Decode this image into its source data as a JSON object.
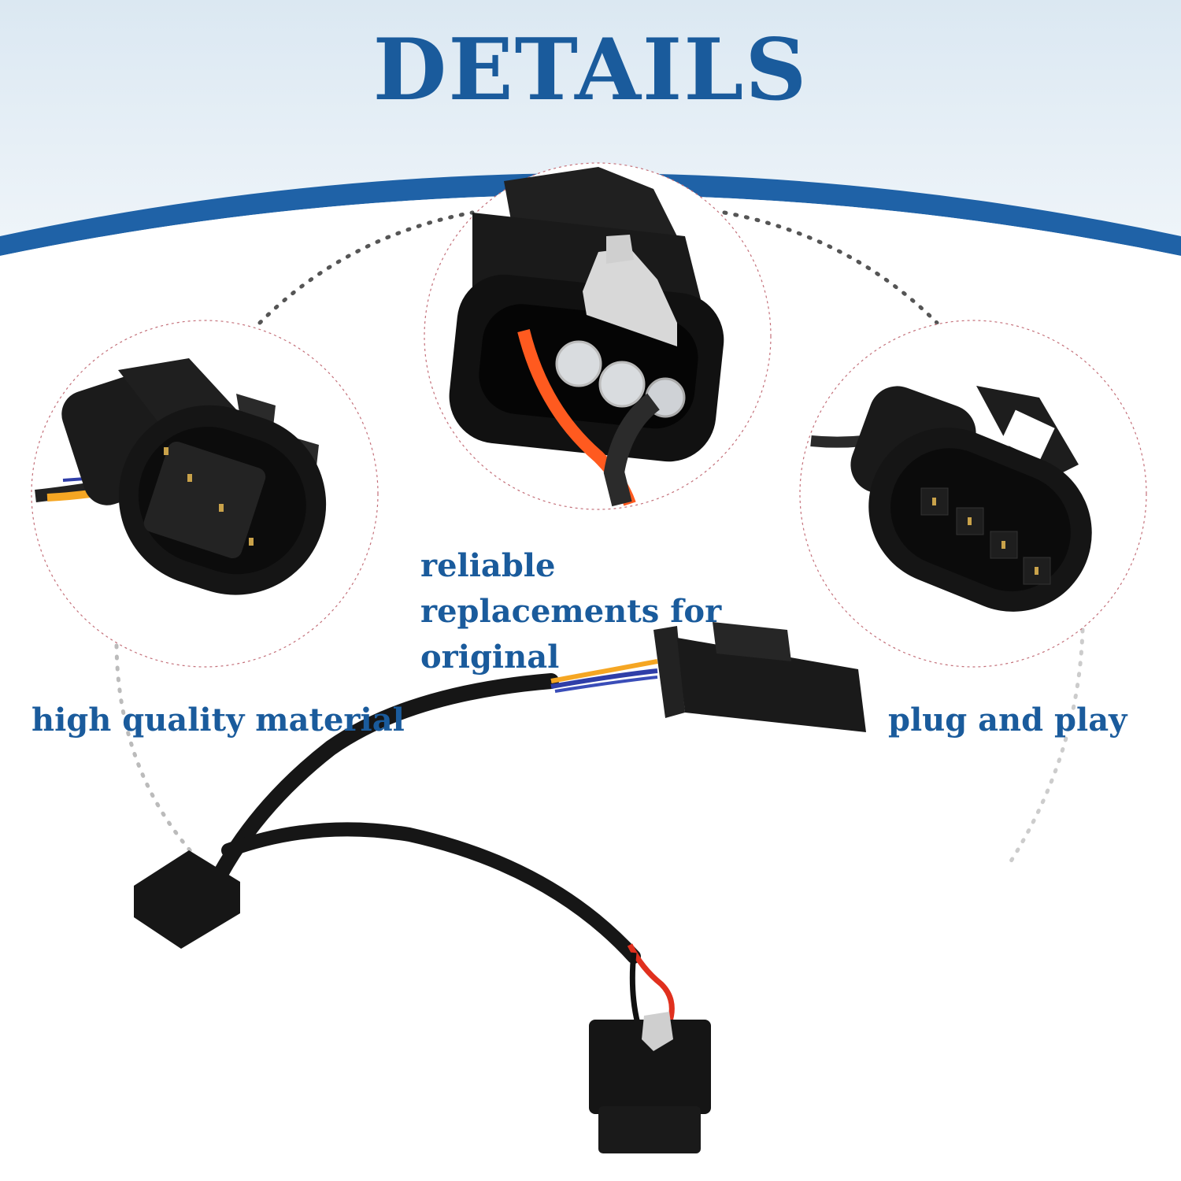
{
  "header": {
    "title": "DETAILS"
  },
  "captions": {
    "left": "high quality material",
    "center": "reliable replacements for original",
    "right": "plug and play"
  },
  "colors": {
    "accent_blue": "#1a5b9c",
    "band_blue": "#1f62a7",
    "sky_light": "#e2edf5",
    "dotted_gray": "#555555",
    "wire_orange": "#f5a623",
    "wire_red": "#e0301e",
    "wire_blue": "#2f3ea8"
  },
  "icons": {
    "left_circle": "four-pin-male-connector-icon",
    "center_circle": "two-pin-connector-closeup-icon",
    "right_circle": "four-pin-female-connector-icon",
    "main_product": "wiring-harness-adapter-icon"
  }
}
